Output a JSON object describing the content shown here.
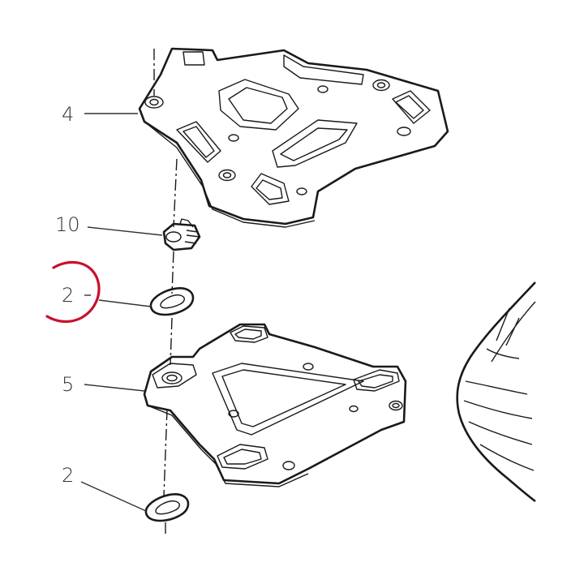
{
  "diagram": {
    "callouts": [
      {
        "id": "callout-4",
        "label": "4"
      },
      {
        "id": "callout-10",
        "label": "10"
      },
      {
        "id": "callout-2-top",
        "label": "2"
      },
      {
        "id": "callout-5",
        "label": "5"
      },
      {
        "id": "callout-2-bottom",
        "label": "2"
      }
    ],
    "highlight": {
      "target": "callout-2-top",
      "color": "#c8102e"
    }
  }
}
